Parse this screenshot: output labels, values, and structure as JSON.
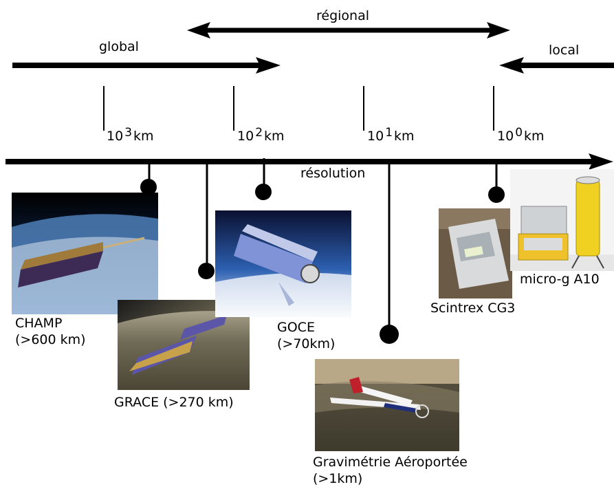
{
  "scales": {
    "regional": "régional",
    "global": "global",
    "local": "local"
  },
  "axis": {
    "label": "résolution",
    "ticks": [
      {
        "base": "10",
        "exp": "3",
        "unit": "km"
      },
      {
        "base": "10",
        "exp": "2",
        "unit": "km"
      },
      {
        "base": "10",
        "exp": "1",
        "unit": "km"
      },
      {
        "base": "10",
        "exp": "0",
        "unit": "km"
      }
    ]
  },
  "instruments": [
    {
      "name": "CHAMP",
      "detail": "(>600 km)"
    },
    {
      "name": "GRACE (>270 km)"
    },
    {
      "name": "GOCE",
      "detail": "(>70km)"
    },
    {
      "name": "Gravimétrie Aéroportée",
      "detail": "(>1km)"
    },
    {
      "name": "Scintrex CG3"
    },
    {
      "name": "micro-g A10"
    }
  ],
  "colors": {
    "line": "#000000",
    "space": "#0b1d3a",
    "earth_blue": "#3a6fb5",
    "panel": "#4a2c5a"
  }
}
